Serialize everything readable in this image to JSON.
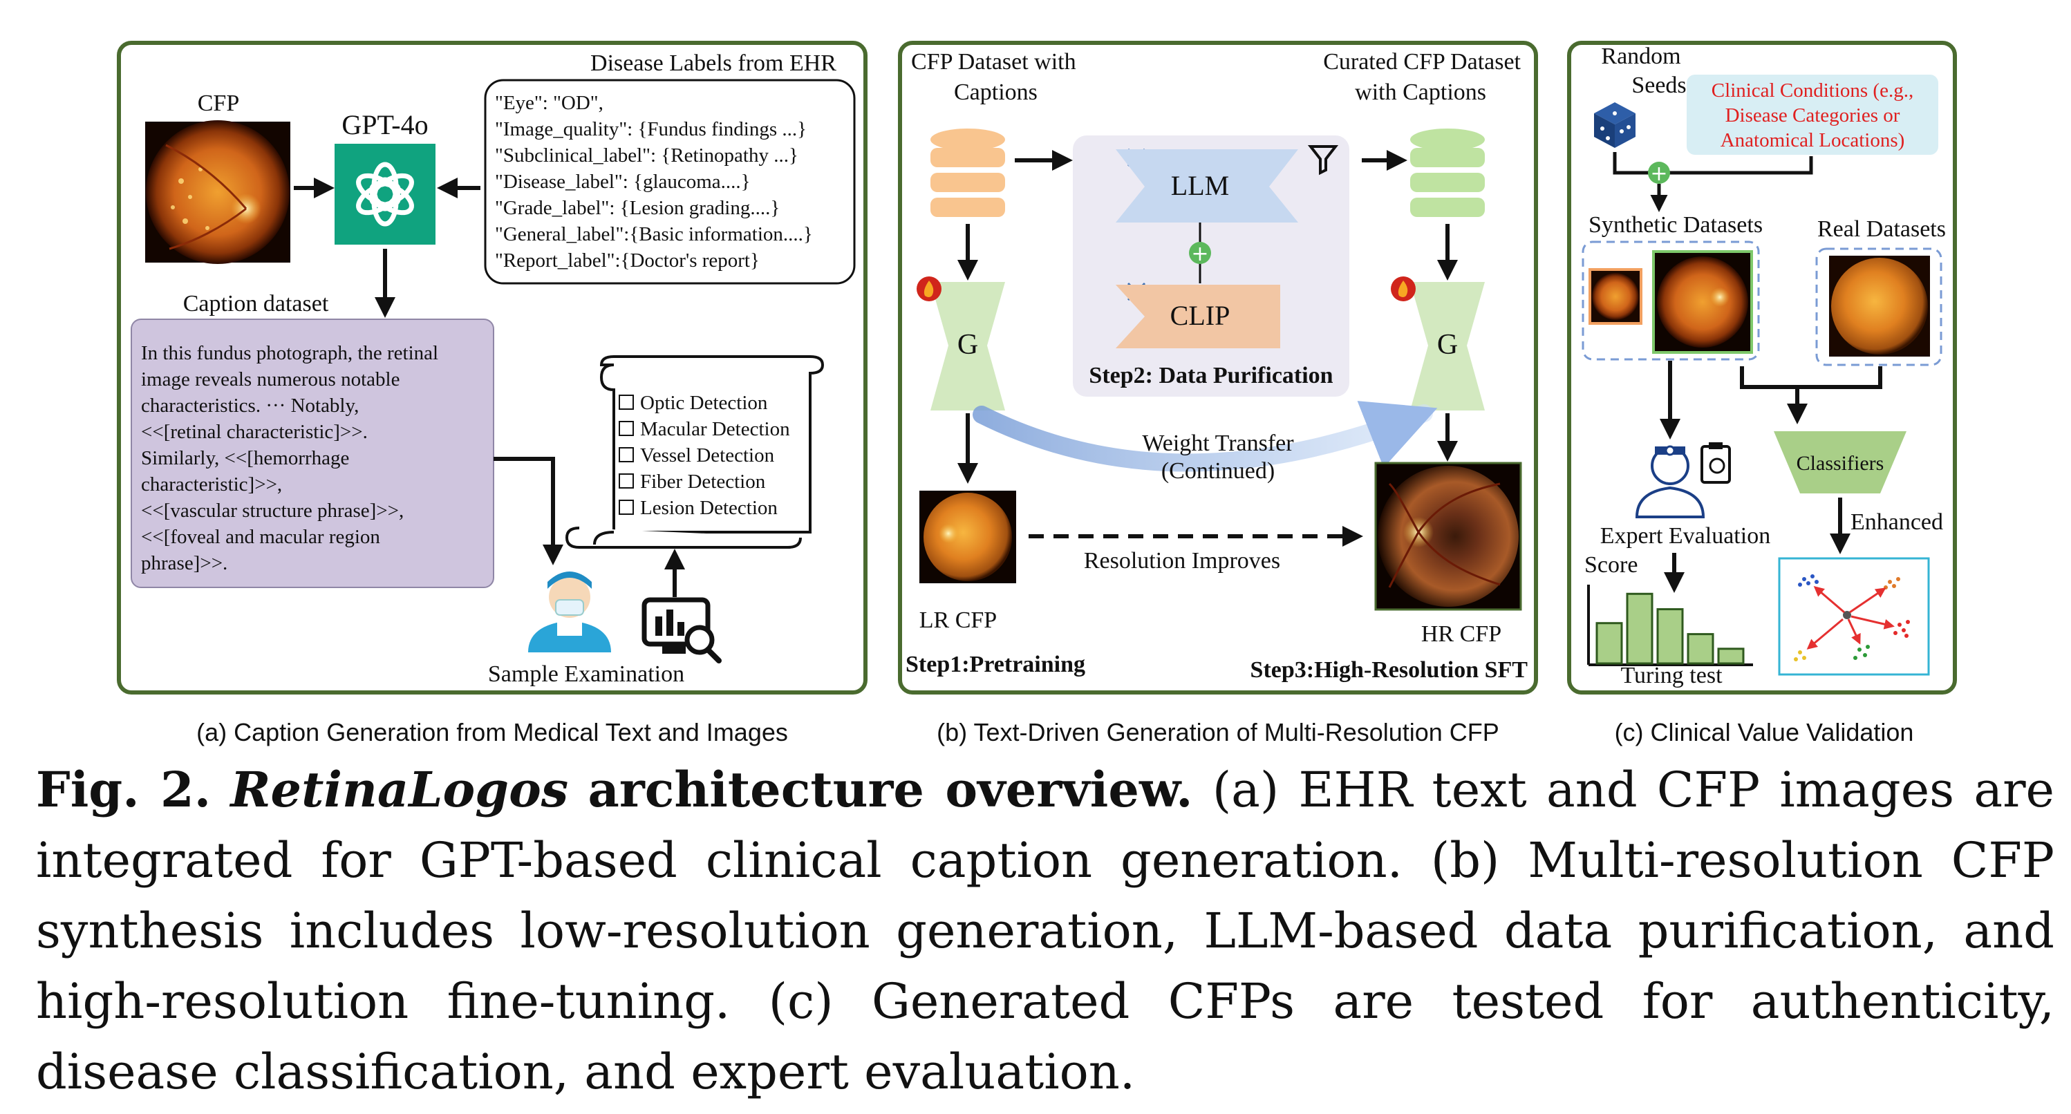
{
  "panel_a": {
    "header": "Disease Labels from EHR",
    "cfp_label": "CFP",
    "model_label": "GPT-4o",
    "ehr_lines": [
      "\"Eye\": \"OD\",",
      "\"Image_quality\":  {Fundus findings ...}",
      "\"Subclinical_label\":  {Retinopathy ...}",
      "\"Disease_label\": {glaucoma....}",
      "\"Grade_label\": {Lesion grading....}",
      "\"General_label\":{Basic information....}",
      "\"Report_label\":{Doctor's report}"
    ],
    "caption_dataset_label": "Caption dataset",
    "caption_lines": [
      "In this fundus photograph, the retinal",
      "image reveals numerous notable",
      "characteristics. ··· Notably,",
      "<<[retinal characteristic]>>.",
      "Similarly, <<[hemorrhage",
      "characteristic]>>,",
      "<<[vascular structure phrase]>>,",
      "<<[foveal and macular region",
      "phrase]>>."
    ],
    "checklist": [
      "Optic Detection",
      "Macular Detection",
      "Vessel Detection",
      "Fiber Detection",
      "Lesion Detection"
    ],
    "sample_exam_label": "Sample Examination",
    "subcaption": "(a) Caption Generation from Medical Text and Images"
  },
  "panel_b": {
    "left_title": [
      "CFP Dataset with",
      "Captions"
    ],
    "right_title": [
      "Curated CFP Dataset",
      "with Captions"
    ],
    "llm_label": "LLM",
    "clip_label": "CLIP",
    "step2_label": "Step2: Data Purification",
    "g_label": "G",
    "weight_transfer": [
      "Weight Transfer",
      "(Continued)"
    ],
    "resolution_label": "Resolution Improves",
    "lr_label": "LR CFP",
    "hr_label": "HR CFP",
    "step1_label": "Step1:Pretraining",
    "step3_label": "Step3:High-Resolution SFT",
    "subcaption": "(b) Text-Driven Generation of Multi-Resolution CFP"
  },
  "panel_c": {
    "random_seeds": [
      "Random",
      "Seeds"
    ],
    "clinical_conditions": [
      "Clinical Conditions (e.g.,",
      "Disease Categories or",
      "Anatomical Locations)"
    ],
    "synthetic_label": "Synthetic Datasets",
    "real_label": "Real Datasets",
    "classifiers_label": "Classifiers",
    "enhanced_label": "Enhanced",
    "expert_label": "Expert Evaluation",
    "score_label": "Score",
    "turing_label": "Turing test",
    "subcaption": "(c)  Clinical Value Validation"
  },
  "turing_bars": [
    0.55,
    0.95,
    0.74,
    0.4,
    0.2
  ],
  "colors": {
    "border_green": "#4a6b2f",
    "gpt_green": "#10a37f",
    "purple_box": "#cfc5de",
    "llm_blue": "#c6d8f0",
    "clip_orange": "#f2c6a4",
    "g_green": "#d3e9c0",
    "red_text": "#e02020",
    "teal_box": "#d8eef4",
    "classifier_green": "#a9cf88"
  },
  "caption": {
    "fig_label": "Fig. 2.",
    "model_name": "RetinaLogos",
    "title_rest": "architecture overview.",
    "body": "(a) EHR text and CFP images are integrated for GPT-based clinical caption generation. (b) Multi-resolution CFP synthesis includes low-resolution generation, LLM-based data purification, and high-resolution fine-tuning. (c) Generated CFPs are tested for authenticity, disease classification, and expert evaluation."
  }
}
